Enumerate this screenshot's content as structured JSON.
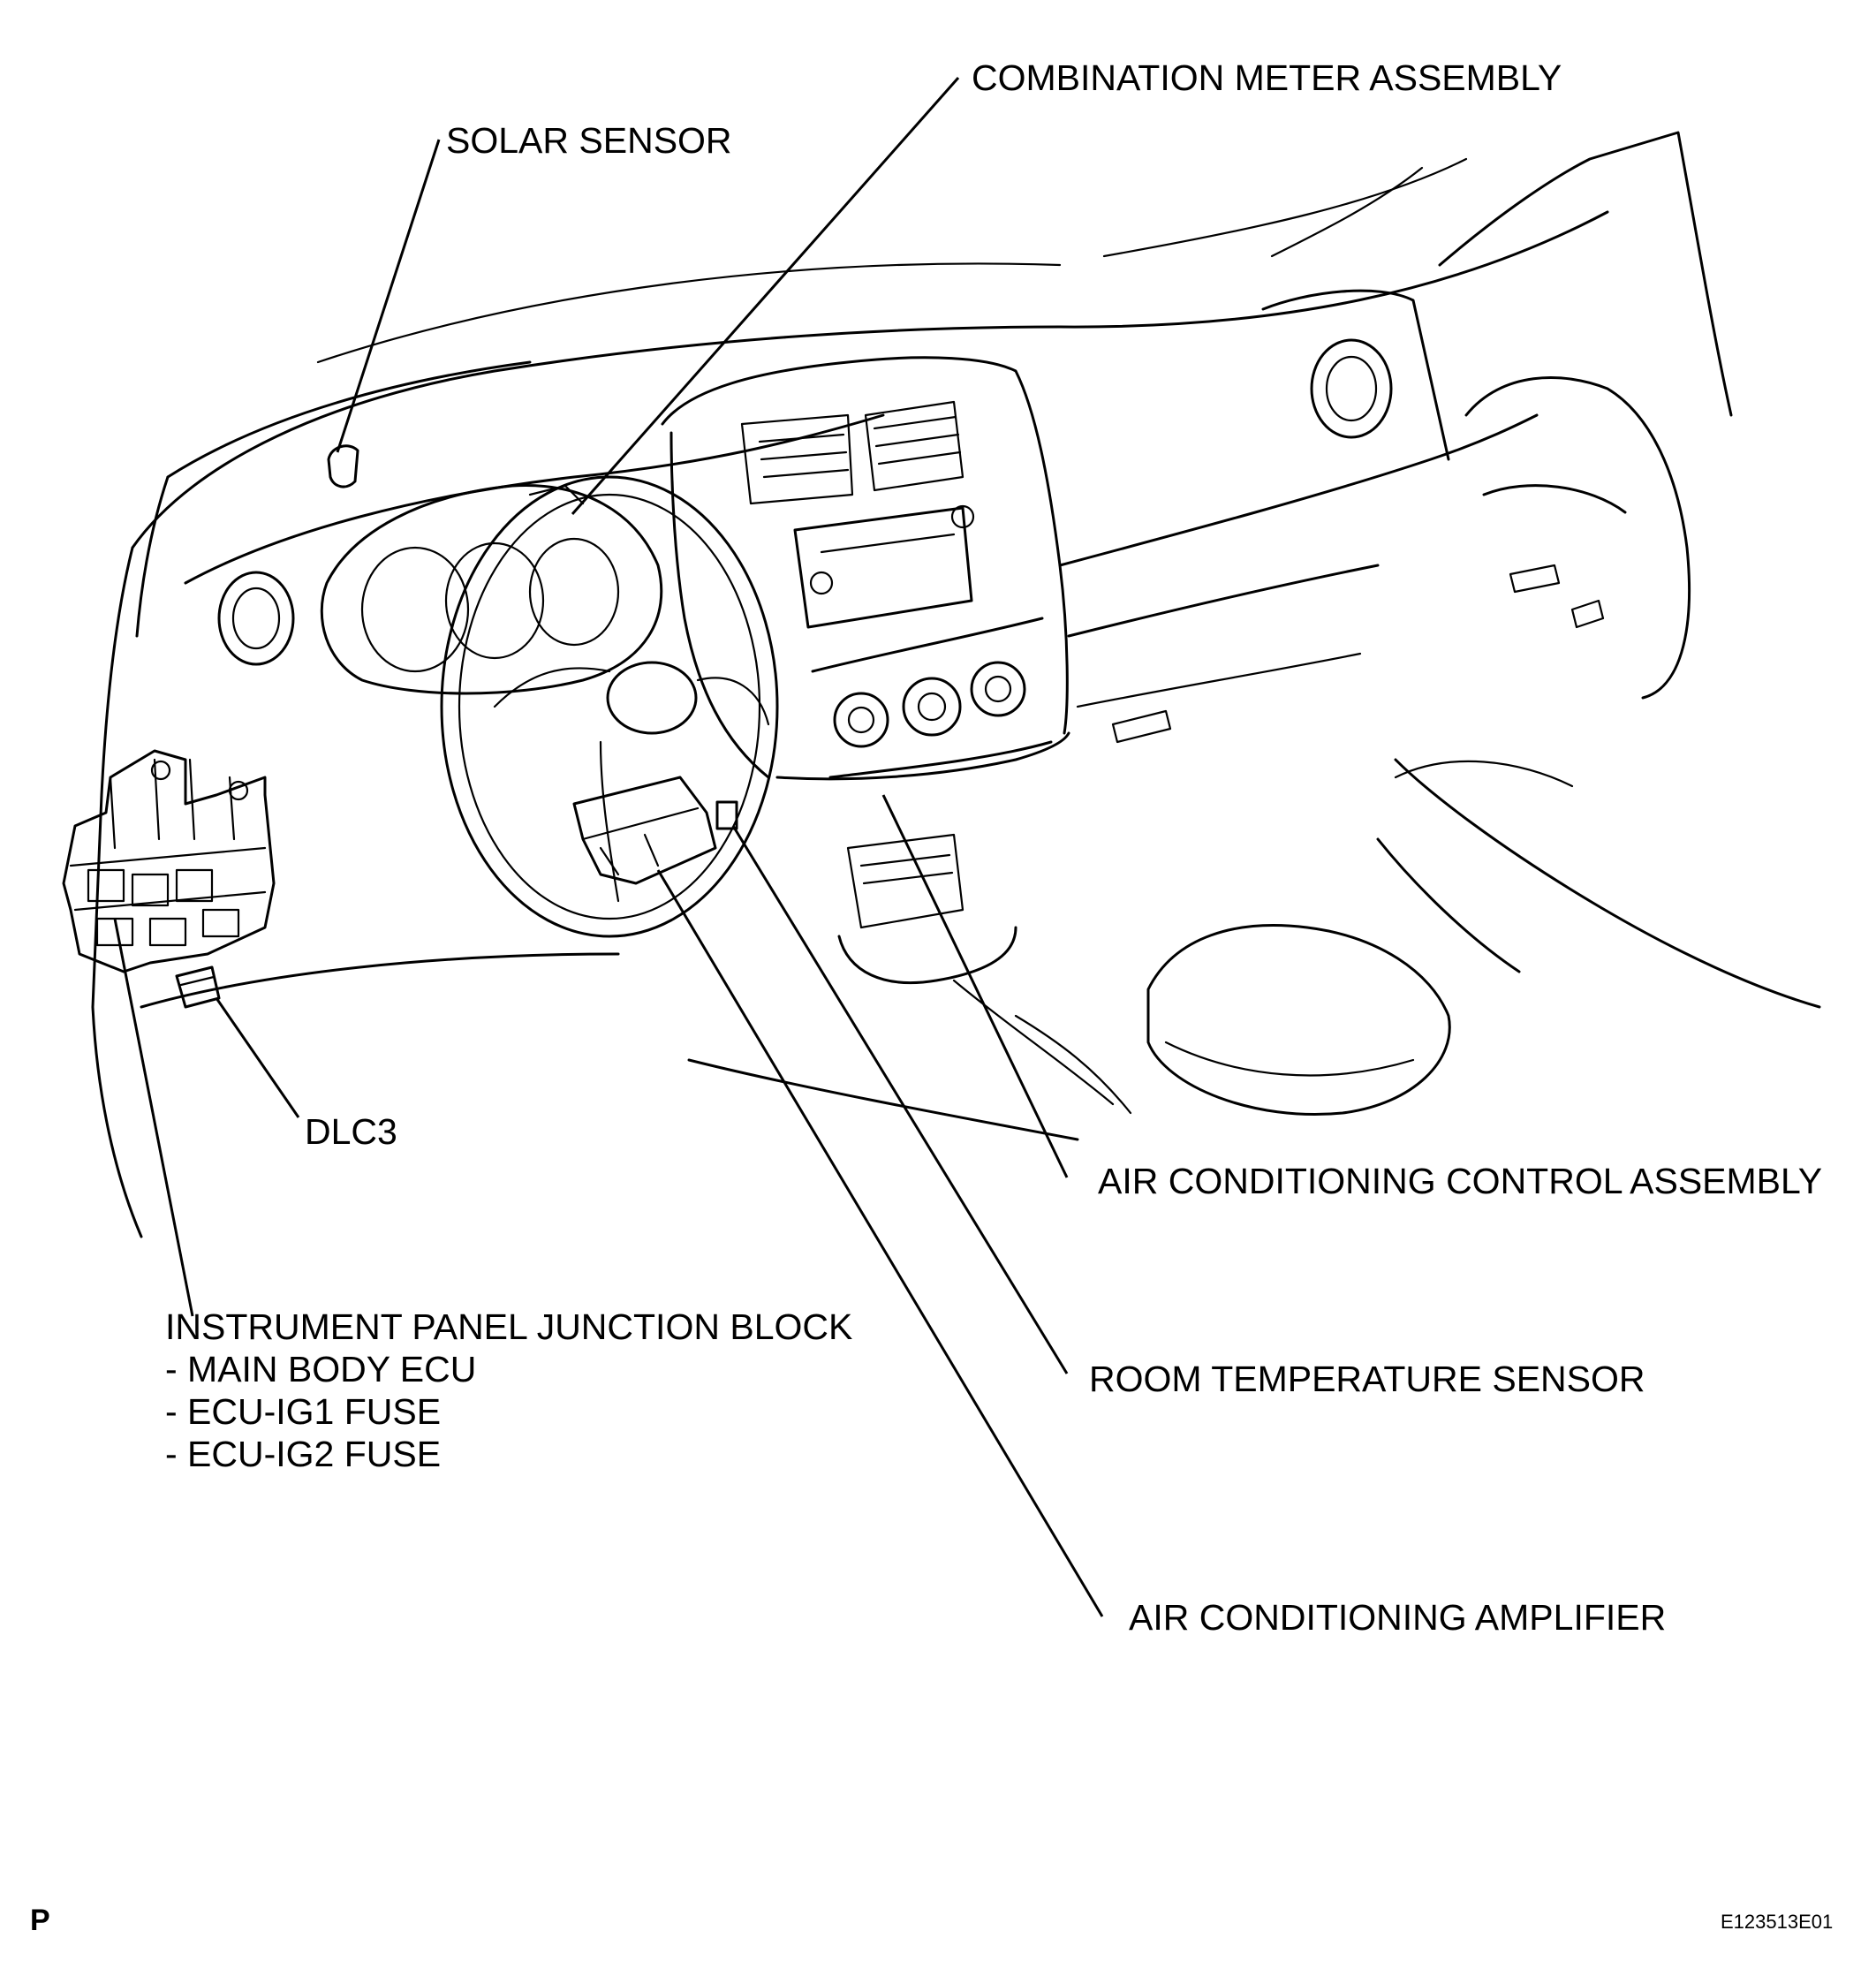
{
  "labels": {
    "combination_meter": "COMBINATION METER ASSEMBLY",
    "solar_sensor": "SOLAR SENSOR",
    "dlc3": "DLC3",
    "ac_control": "AIR CONDITIONING CONTROL ASSEMBLY",
    "junction_block": "INSTRUMENT PANEL JUNCTION BLOCK",
    "junction_items": [
      "- MAIN BODY ECU",
      "- ECU-IG1 FUSE",
      "- ECU-IG2 FUSE"
    ],
    "room_temp_sensor": "ROOM TEMPERATURE SENSOR",
    "ac_amplifier": "AIR CONDITIONING AMPLIFIER"
  },
  "footer": {
    "page_letter": "P",
    "figure_code": "E123513E01"
  }
}
